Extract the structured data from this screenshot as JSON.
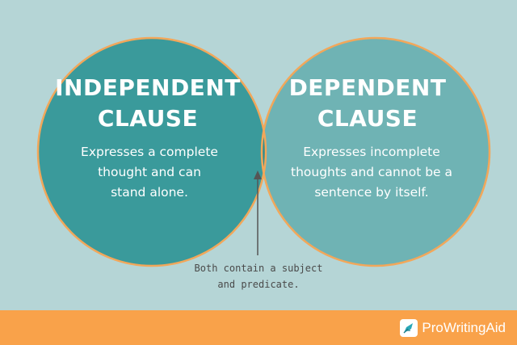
{
  "colors": {
    "background": "#b5d5d6",
    "left_circle": "#3a9a9b",
    "right_circle": "#6fb3b4",
    "overlap": "#2d8c8f",
    "outline": "#f2a75a",
    "footer": "#f9a24a",
    "text": "#ffffff",
    "note_text": "#4a4a4a",
    "arrow": "#555555"
  },
  "left": {
    "title_line1": "INDEPENDENT",
    "title_line2": "CLAUSE",
    "desc_line1": "Expresses a complete",
    "desc_line2": "thought and can",
    "desc_line3": "stand alone."
  },
  "right": {
    "title_line1": "DEPENDENT",
    "title_line2": "CLAUSE",
    "desc_line1": "Expresses incomplete",
    "desc_line2": "thoughts and cannot be a",
    "desc_line3": "sentence by itself."
  },
  "overlap_note": {
    "line1": "Both contain a subject",
    "line2": "and predicate."
  },
  "footer": {
    "brand_name": "ProWritingAid",
    "logo_icon": "quill-pen-icon"
  }
}
